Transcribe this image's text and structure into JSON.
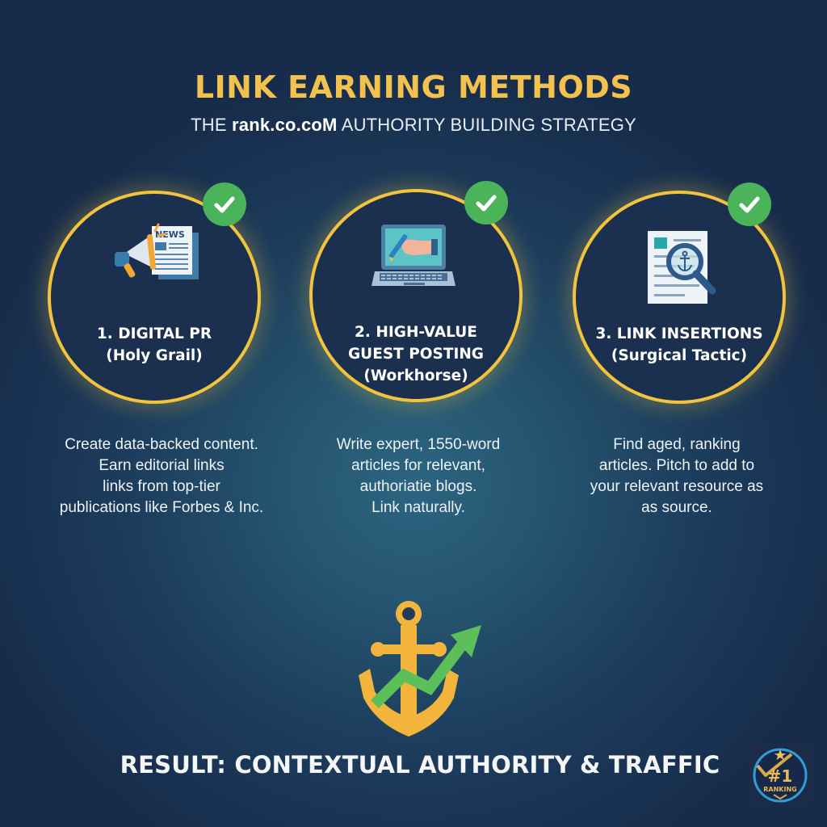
{
  "header": {
    "title": "LINK EARNING METHODS",
    "subtitle_prefix": "THE ",
    "subtitle_brand": "rank.co.coM",
    "subtitle_suffix": " AUTHORITY BUILDING STRATEGY"
  },
  "methods": [
    {
      "icon": "megaphone-newspaper-icon",
      "icon_text": "NEWS",
      "title_line1": "1. DIGITAL PR",
      "title_line2": "(Holy Grail)",
      "title_line3": "",
      "check": "checkmark-icon",
      "description": [
        "Create data-backed content.",
        "Earn editorial links",
        "links from top-tier",
        "publications like Forbes & Inc."
      ]
    },
    {
      "icon": "laptop-writing-icon",
      "title_line1": "2. HIGH-VALUE",
      "title_line2": "GUEST POSTING",
      "title_line3": "(Workhorse)",
      "check": "checkmark-icon",
      "description": [
        "Write expert, 1550-word",
        "articles for relevant,",
        "authoriatie blogs.",
        "Link naturally."
      ]
    },
    {
      "icon": "document-magnifier-anchor-icon",
      "title_line1": "3. LINK INSERTIONS",
      "title_line2": "(Surgical Tactic)",
      "title_line3": "",
      "check": "checkmark-icon",
      "description": [
        "Find aged, ranking",
        "articles. Pitch to add to",
        "your relevant resource as",
        "as source."
      ]
    }
  ],
  "result": {
    "icon": "anchor-growth-arrow-icon",
    "text": "RESULT: CONTEXTUAL AUTHORITY & TRAFFIC"
  },
  "badge": {
    "icon": "number-one-ranking-badge-icon",
    "number": "#1",
    "label": "RANKING"
  },
  "colors": {
    "background_edge": "#172c4b",
    "background_center": "#2c6580",
    "title_gold": "#f2c14e",
    "ring_gold": "#f2c43d",
    "circle_fill": "#1b2f4f",
    "check_green": "#4bb45a",
    "arrow_green": "#5cbf5a"
  }
}
